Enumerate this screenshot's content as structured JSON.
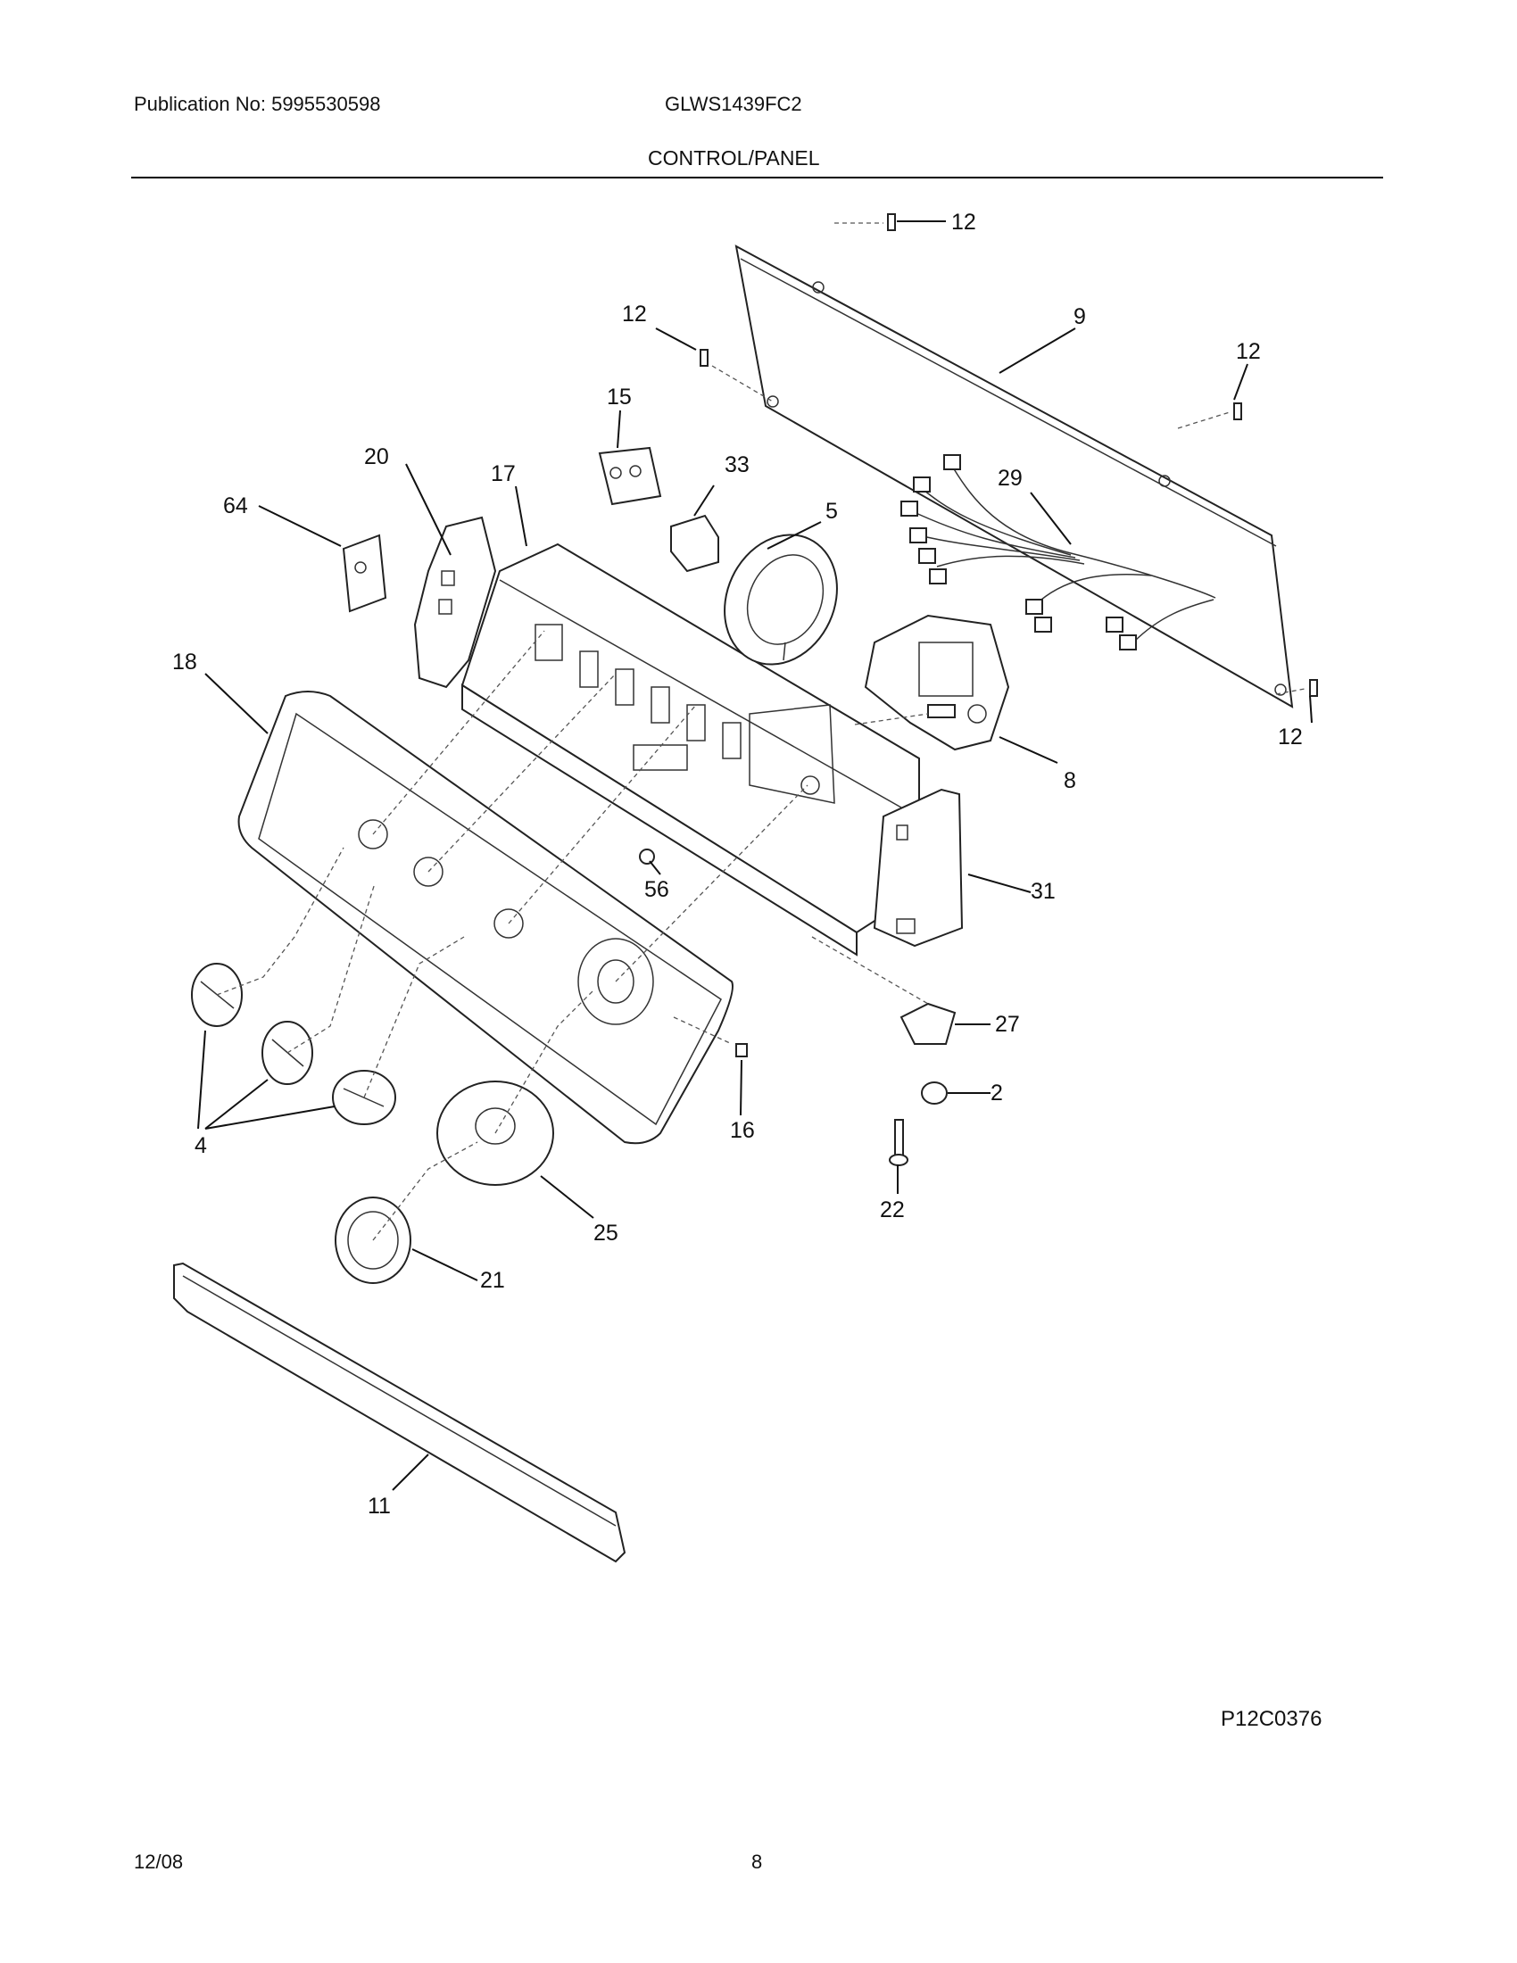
{
  "header": {
    "publication": "Publication No: 5995530598",
    "model": "GLWS1439FC2",
    "section": "CONTROL/PANEL"
  },
  "callouts": {
    "c12a": "12",
    "c9": "9",
    "c12b": "12",
    "c12c": "12",
    "c15": "15",
    "c33": "33",
    "c20": "20",
    "c17": "17",
    "c29": "29",
    "c64": "64",
    "c5": "5",
    "c18": "18",
    "c8": "8",
    "c12d": "12",
    "c56": "56",
    "c31": "31",
    "c27": "27",
    "c4": "4",
    "c16": "16",
    "c2": "2",
    "c22": "22",
    "c25": "25",
    "c21": "21",
    "c11": "11"
  },
  "footer": {
    "diagram_code": "P12C0376",
    "date": "12/08",
    "page": "8"
  }
}
